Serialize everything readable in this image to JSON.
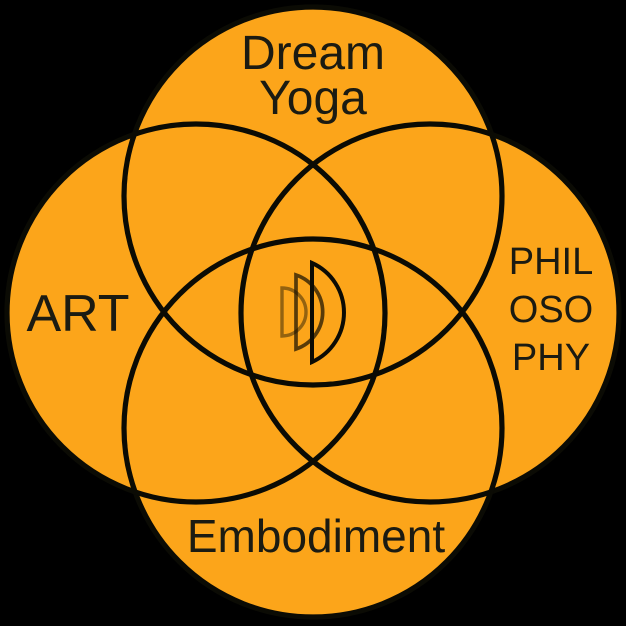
{
  "figure": {
    "type": "four-circle venn diagram"
  },
  "colors": {
    "bg": "#000000",
    "circle_fill": "#FCA51A",
    "circle_outline": "#0B0B04",
    "ink": "#1B1B12",
    "ring_inner": "rgba(60,44,10,0.55)",
    "ring_middle": "rgba(25,18,3,0.72)",
    "ring_outer": "#0B0B04"
  },
  "labels": {
    "top": {
      "lines": [
        "Dream",
        "Yoga"
      ]
    },
    "left": {
      "lines": [
        "ART"
      ]
    },
    "right": {
      "lines": [
        "PHIL",
        "OSO",
        "PHY"
      ]
    },
    "bottom": {
      "lines": [
        "Embodiment"
      ]
    }
  },
  "logo": {
    "name": "nested-crescents",
    "ring_count": 3
  }
}
